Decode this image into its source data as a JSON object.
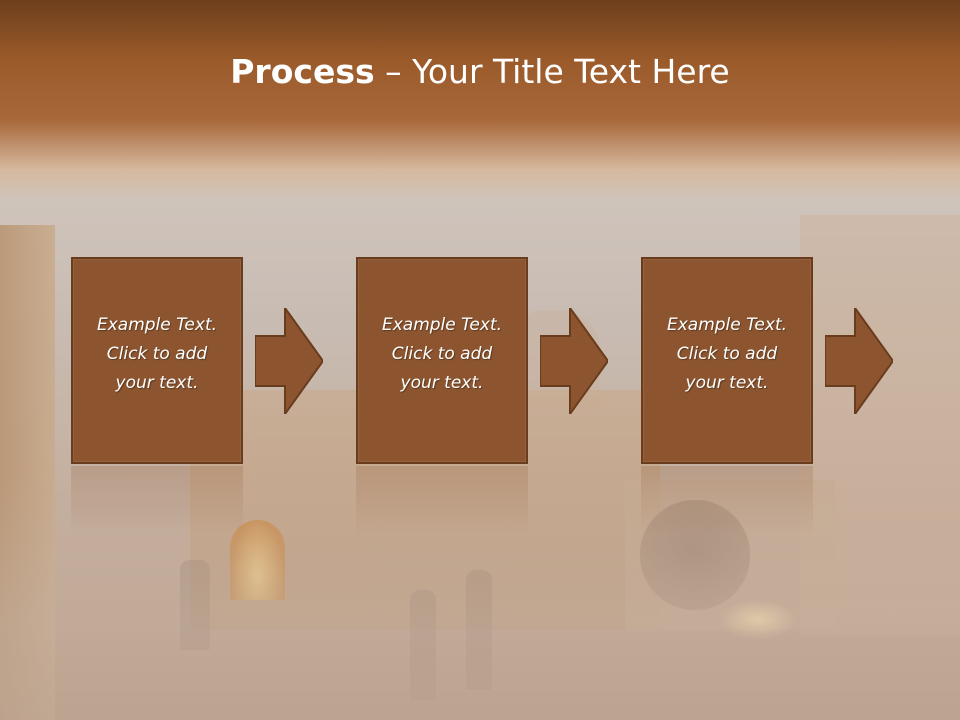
{
  "slide": {
    "title_bold": "Process",
    "title_rest": " – Your Title Text Here"
  },
  "steps": [
    {
      "line1": "Example Text.",
      "line2": "Click  to add",
      "line3": "your text."
    },
    {
      "line1": "Example Text.",
      "line2": "Click  to add",
      "line3": "your text."
    },
    {
      "line1": "Example Text.",
      "line2": "Click  to add",
      "line3": "your text."
    }
  ],
  "colors": {
    "box_fill": "#8c552f",
    "box_border": "#6a3c1e",
    "header_brown": "#9a5a2a"
  }
}
